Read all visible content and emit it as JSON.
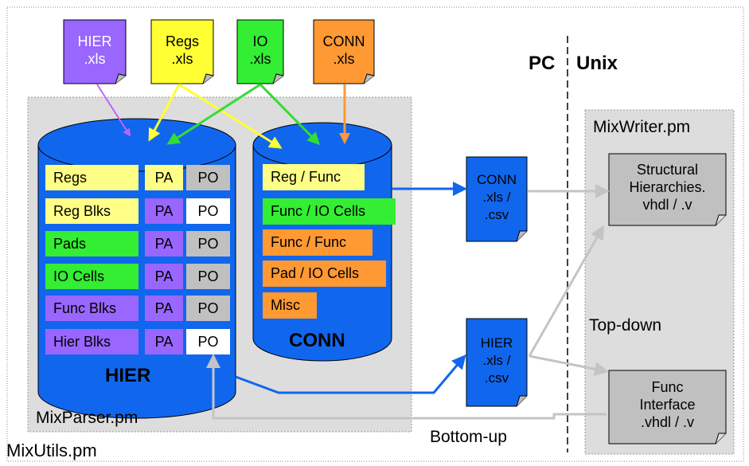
{
  "outer": {
    "label": "MixUtils.pm"
  },
  "parser": {
    "label": "MixParser.pm"
  },
  "writer": {
    "label": "MixWriter.pm"
  },
  "platform": {
    "left": "PC",
    "right": "Unix"
  },
  "input_files": [
    {
      "text": "HIER\n.xls",
      "color": "#9966ff"
    },
    {
      "text": "Regs\n.xls",
      "color": "#ffff33"
    },
    {
      "text": "IO\n.xls",
      "color": "#33ee33"
    },
    {
      "text": "CONN\n.xls",
      "color": "#ff9933"
    }
  ],
  "hier_db": {
    "title": "HIER",
    "rows": [
      {
        "name": "Regs",
        "pa": "PA",
        "po": "PO"
      },
      {
        "name": "Reg Blks",
        "pa": "PA",
        "po": "PO"
      },
      {
        "name": "Pads",
        "pa": "PA",
        "po": "PO"
      },
      {
        "name": "IO Cells",
        "pa": "PA",
        "po": "PO"
      },
      {
        "name": "Func Blks",
        "pa": "PA",
        "po": "PO"
      },
      {
        "name": "Hier Blks",
        "pa": "PA",
        "po": "PO"
      }
    ]
  },
  "conn_db": {
    "title": "CONN",
    "rows": [
      "Reg / Func",
      "Func / IO Cells",
      "Func / Func",
      "Pad / IO Cells",
      "Misc"
    ]
  },
  "outputs": {
    "conn_csv": "CONN\n.xls /\n.csv",
    "hier_csv": "HIER\n.xls /\n.csv",
    "structural": "Structural\nHierarchies.\nvhdl / .v",
    "func_interface": "Func\nInterface\n.vhdl / .v"
  },
  "flow_labels": {
    "top_down": "Top-down",
    "bottom_up": "Bottom-up"
  },
  "colors": {
    "db_blue": "#1166ee",
    "yellow": "#ffff88",
    "green": "#33ee33",
    "orange": "#ff9933",
    "purple": "#9966ff",
    "gray_panel": "#dddddd",
    "gray_doc": "#c0c0c0",
    "arrow_blue": "#1166ee",
    "arrow_gray": "#bbbbbb"
  }
}
